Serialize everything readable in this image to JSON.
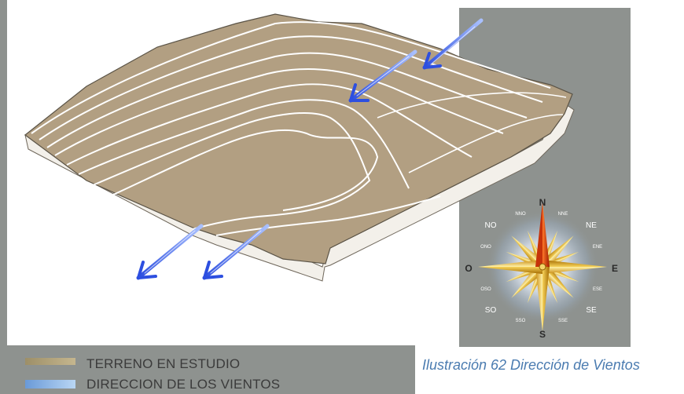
{
  "figure": {
    "caption": "Ilustración 62 Dirección de Vientos",
    "colors": {
      "terrain": "#b29f82",
      "terrain_side": "#f2efe9",
      "wind": "#3a5de0",
      "background_panel": "#8e928f",
      "legend_bg": "#8e928f"
    }
  },
  "legend": {
    "items": [
      {
        "label": "TERRENO EN ESTUDIO",
        "color": "#b29f82"
      },
      {
        "label": "DIRECCION DE LOS VIENTOS",
        "color": "#9cc3ec"
      }
    ]
  },
  "compass": {
    "cardinals": {
      "n": "N",
      "e": "E",
      "s": "S",
      "o": "O"
    },
    "intercardinals": {
      "ne": "NE",
      "se": "SE",
      "so": "SO",
      "no": "NO"
    },
    "minor": {
      "nne": "NNE",
      "ene": "ENE",
      "ese": "ESE",
      "sse": "SSE",
      "sso": "SSO",
      "oso": "OSO",
      "ono": "ONO",
      "nno": "NNO"
    }
  },
  "wind_arrows": {
    "count": 4,
    "direction_icon": "wind-arrow-icon"
  }
}
